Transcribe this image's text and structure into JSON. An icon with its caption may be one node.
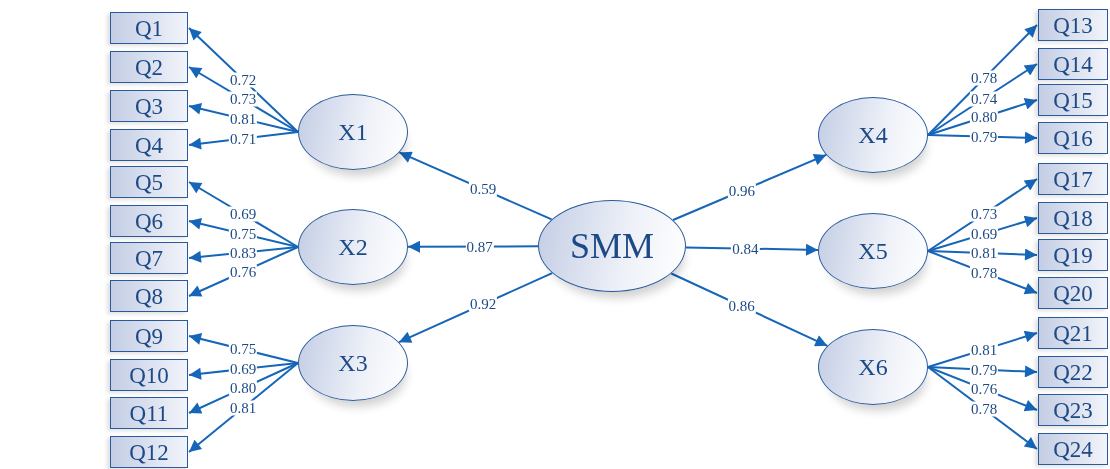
{
  "diagram": {
    "nodes": [
      {
        "text": [
          "SMM"
        ]
      },
      {
        "text": [
          "X1"
        ]
      },
      {
        "text": [
          "X2"
        ]
      },
      {
        "text": [
          "X3"
        ]
      },
      {
        "text": [
          "X4"
        ]
      },
      {
        "text": [
          "X5"
        ]
      },
      {
        "text": [
          "X6"
        ]
      },
      {
        "text": [
          "Q1"
        ]
      },
      {
        "text": [
          "Q2"
        ]
      },
      {
        "text": [
          "Q3"
        ]
      },
      {
        "text": [
          "Q4"
        ]
      },
      {
        "text": [
          "Q5"
        ]
      },
      {
        "text": [
          "Q6"
        ]
      },
      {
        "text": [
          "Q7"
        ]
      },
      {
        "text": [
          "Q8"
        ]
      },
      {
        "text": [
          "Q9"
        ]
      },
      {
        "text": [
          "Q10"
        ]
      },
      {
        "text": [
          "Q11"
        ]
      },
      {
        "text": [
          "Q12"
        ]
      },
      {
        "text": [
          "Q13"
        ]
      },
      {
        "text": [
          "Q14"
        ]
      },
      {
        "text": [
          "Q15"
        ]
      },
      {
        "text": [
          "Q16"
        ]
      },
      {
        "text": [
          "Q17"
        ]
      },
      {
        "text": [
          "Q18"
        ]
      },
      {
        "text": [
          "Q19"
        ]
      },
      {
        "text": [
          "Q20"
        ]
      },
      {
        "text": [
          "Q21"
        ]
      },
      {
        "text": [
          "Q22"
        ]
      },
      {
        "text": [
          "Q23"
        ]
      },
      {
        "text": [
          "Q24"
        ]
      }
    ],
    "edges": [
      {
        "from": 0,
        "to": 1,
        "arrow": "to",
        "label": "0.59"
      },
      {
        "from": 0,
        "to": 2,
        "arrow": "to",
        "label": "0.87"
      },
      {
        "from": 0,
        "to": 3,
        "arrow": "to",
        "label": "0.92"
      },
      {
        "from": 0,
        "to": 4,
        "arrow": "to",
        "label": "0.96"
      },
      {
        "from": 0,
        "to": 5,
        "arrow": "to",
        "label": "0.84"
      },
      {
        "from": 0,
        "to": 6,
        "arrow": "to",
        "label": "0.86"
      },
      {
        "from": 1,
        "to": 7,
        "arrow": "to",
        "label": "0.72"
      },
      {
        "from": 1,
        "to": 8,
        "arrow": "to",
        "label": "0.73"
      },
      {
        "from": 1,
        "to": 9,
        "arrow": "to",
        "label": "0.81"
      },
      {
        "from": 1,
        "to": 10,
        "arrow": "to",
        "label": "0.71"
      },
      {
        "from": 2,
        "to": 11,
        "arrow": "to",
        "label": "0.69"
      },
      {
        "from": 2,
        "to": 12,
        "arrow": "to",
        "label": "0.75"
      },
      {
        "from": 2,
        "to": 13,
        "arrow": "to",
        "label": "0.83"
      },
      {
        "from": 2,
        "to": 14,
        "arrow": "to",
        "label": "0.76"
      },
      {
        "from": 3,
        "to": 15,
        "arrow": "to",
        "label": "0.75"
      },
      {
        "from": 3,
        "to": 16,
        "arrow": "to",
        "label": "0.69"
      },
      {
        "from": 3,
        "to": 17,
        "arrow": "to",
        "label": "0.80"
      },
      {
        "from": 3,
        "to": 18,
        "arrow": "to",
        "label": "0.81"
      },
      {
        "from": 4,
        "to": 19,
        "arrow": "to",
        "label": "0.78"
      },
      {
        "from": 4,
        "to": 20,
        "arrow": "to",
        "label": "0.74"
      },
      {
        "from": 4,
        "to": 21,
        "arrow": "to",
        "label": "0.80"
      },
      {
        "from": 4,
        "to": 22,
        "arrow": "to",
        "label": "0.79"
      },
      {
        "from": 5,
        "to": 23,
        "arrow": "to",
        "label": "0.73"
      },
      {
        "from": 5,
        "to": 24,
        "arrow": "to",
        "label": "0.69"
      },
      {
        "from": 5,
        "to": 25,
        "arrow": "to",
        "label": "0.81"
      },
      {
        "from": 5,
        "to": 26,
        "arrow": "to",
        "label": "0.78"
      },
      {
        "from": 6,
        "to": 27,
        "arrow": "to",
        "label": "0.81"
      },
      {
        "from": 6,
        "to": 28,
        "arrow": "to",
        "label": "0.79"
      },
      {
        "from": 6,
        "to": 29,
        "arrow": "to",
        "label": "0.76"
      },
      {
        "from": 6,
        "to": 30,
        "arrow": "to",
        "label": "0.78"
      }
    ]
  }
}
